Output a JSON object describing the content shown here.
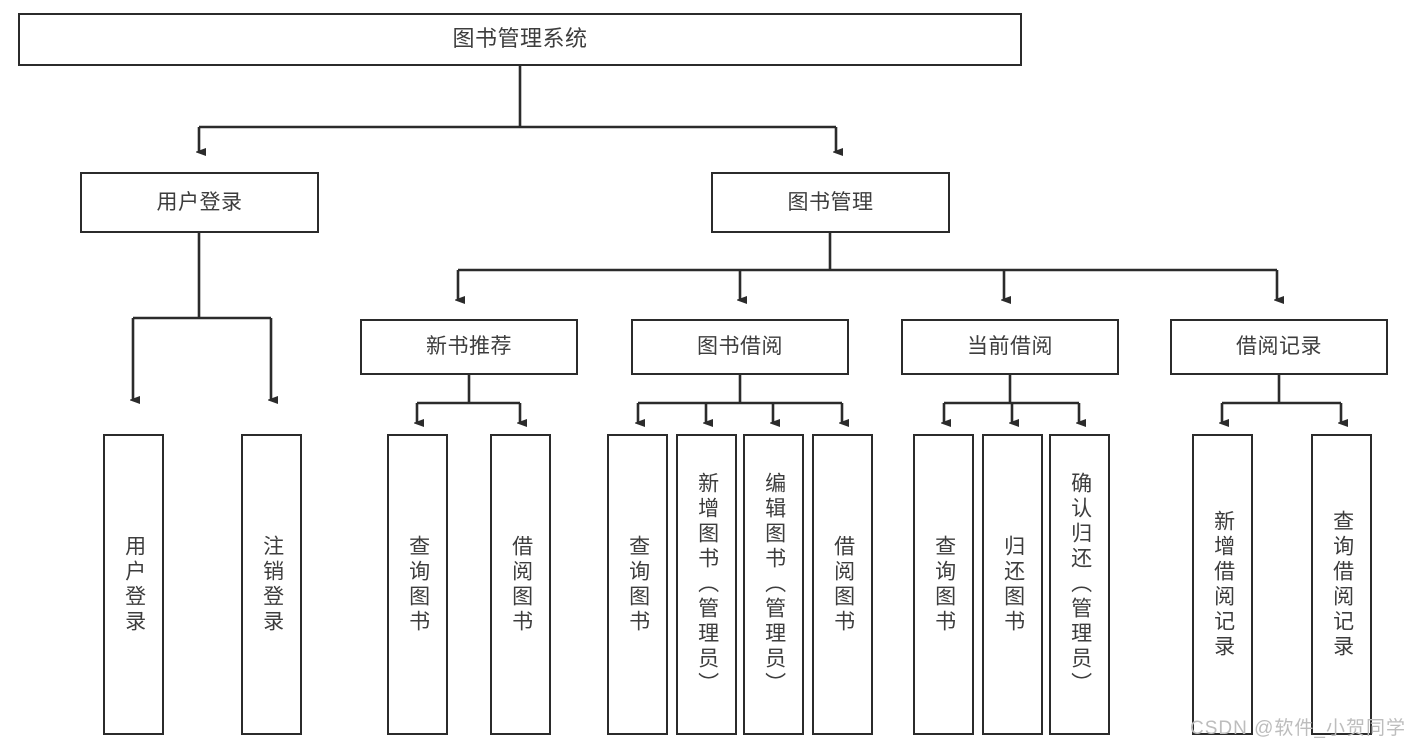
{
  "diagram": {
    "type": "tree",
    "title": "图书管理系统",
    "root": {
      "label": "图书管理系统"
    },
    "level2": [
      {
        "id": "user-login",
        "label": "用户登录"
      },
      {
        "id": "book-manage",
        "label": "图书管理"
      }
    ],
    "level3": [
      {
        "id": "new-book-recommend",
        "label": "新书推荐",
        "parent": "book-manage"
      },
      {
        "id": "book-borrow",
        "label": "图书借阅",
        "parent": "book-manage"
      },
      {
        "id": "current-borrow",
        "label": "当前借阅",
        "parent": "book-manage"
      },
      {
        "id": "borrow-record",
        "label": "借阅记录",
        "parent": "book-manage"
      }
    ],
    "leaves": [
      {
        "id": "leaf-user-login",
        "label": "用户登录",
        "parent": "user-login"
      },
      {
        "id": "leaf-logout",
        "label": "注销登录",
        "parent": "user-login"
      },
      {
        "id": "leaf-query-book-1",
        "label": "查询图书",
        "parent": "new-book-recommend"
      },
      {
        "id": "leaf-borrow-book-1",
        "label": "借阅图书",
        "parent": "new-book-recommend"
      },
      {
        "id": "leaf-query-book-2",
        "label": "查询图书",
        "parent": "book-borrow"
      },
      {
        "id": "leaf-add-book",
        "label": "新增图书（管理员）",
        "parent": "book-borrow"
      },
      {
        "id": "leaf-edit-book",
        "label": "编辑图书（管理员）",
        "parent": "book-borrow"
      },
      {
        "id": "leaf-borrow-book-2",
        "label": "借阅图书",
        "parent": "book-borrow"
      },
      {
        "id": "leaf-query-book-3",
        "label": "查询图书",
        "parent": "current-borrow"
      },
      {
        "id": "leaf-return-book",
        "label": "归还图书",
        "parent": "current-borrow"
      },
      {
        "id": "leaf-confirm-return",
        "label": "确认归还（管理员）",
        "parent": "current-borrow"
      },
      {
        "id": "leaf-add-record",
        "label": "新增借阅记录",
        "parent": "borrow-record"
      },
      {
        "id": "leaf-query-record",
        "label": "查询借阅记录",
        "parent": "borrow-record"
      }
    ]
  },
  "watermark": {
    "text": "CSDN @软件_小贺同学"
  },
  "colors": {
    "stroke": "#2b2b2b",
    "text": "#3d3d3d",
    "background": "#ffffff",
    "watermark": "#bdbdbd"
  }
}
